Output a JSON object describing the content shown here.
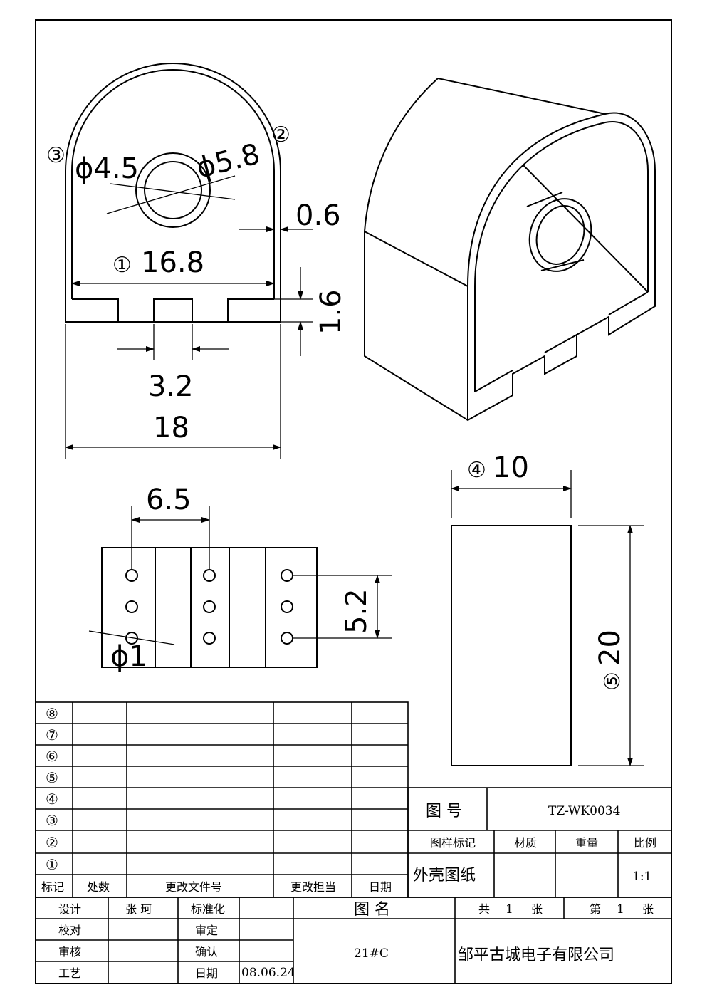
{
  "front_view": {
    "dim_hole_inner": "ϕ4.5",
    "dim_hole_outer": "ϕ5.8",
    "dim_wall": "0.6",
    "dim_inner_width": "16.8",
    "dim_slot_depth": "1.6",
    "dim_slot_width": "3.2",
    "dim_outer_width": "18",
    "marker_1": "①",
    "marker_2": "②",
    "marker_3": "③"
  },
  "bottom_view": {
    "dim_pitch_x": "6.5",
    "dim_pitch_y": "5.2",
    "dim_pin": "ϕ1"
  },
  "side_view": {
    "dim_depth": "10",
    "dim_height": "20",
    "marker_4": "④",
    "marker_5": "⑤"
  },
  "revision_table": {
    "rows": [
      "⑧",
      "⑦",
      "⑥",
      "⑤",
      "④",
      "③",
      "②",
      "①"
    ],
    "headers": [
      "标记",
      "处数",
      "更改文件号",
      "更改担当",
      "日期"
    ]
  },
  "title_block": {
    "drawing_no_label": "图 号",
    "drawing_no": "TZ-WK0034",
    "sample_mark_label": "图样标记",
    "material_label": "材质",
    "weight_label": "重量",
    "scale_label": "比例",
    "sample_mark": "外壳图纸",
    "scale": "1:1",
    "design_label": "设计",
    "designer": "张 珂",
    "standard_label": "标准化",
    "check_label": "校对",
    "approve_label": "审定",
    "review_label": "审核",
    "confirm_label": "确认",
    "process_label": "工艺",
    "date_label": "日期",
    "date": "08.06.24",
    "drawing_name_label": "图 名",
    "drawing_name": "21#C",
    "total_label": "共",
    "total": "1",
    "sheet_unit": "张",
    "sheet_label": "第",
    "sheet": "1",
    "company": "邹平古城电子有限公司"
  }
}
